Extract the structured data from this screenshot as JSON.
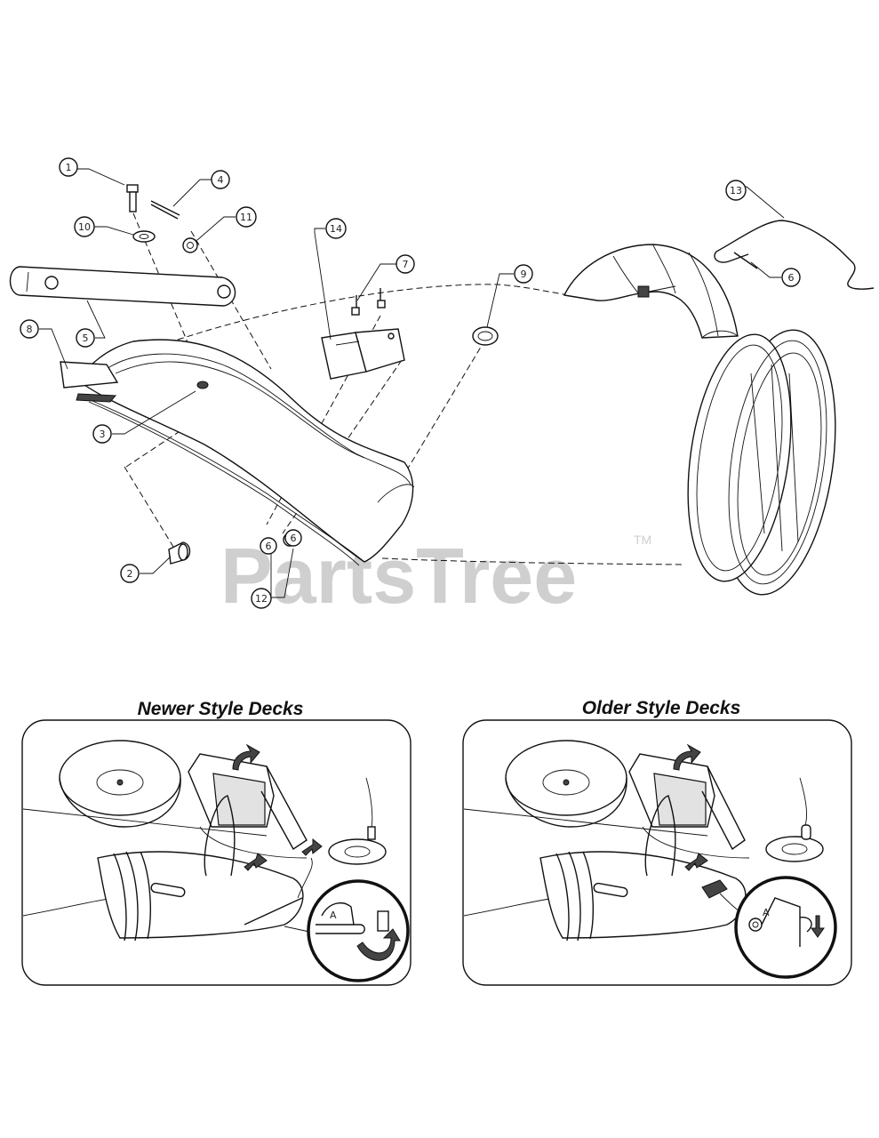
{
  "watermark": {
    "brand": "PartsTree",
    "trademark": "TM"
  },
  "callouts": [
    "1",
    "4",
    "10",
    "11",
    "14",
    "7",
    "9",
    "13",
    "6",
    "5",
    "8",
    "3",
    "2",
    "6",
    "6",
    "12"
  ],
  "panels": [
    {
      "title": "Newer Style Decks"
    },
    {
      "title": "Older Style Decks"
    }
  ],
  "detail_letters": {
    "newer": "A",
    "older": "A"
  }
}
